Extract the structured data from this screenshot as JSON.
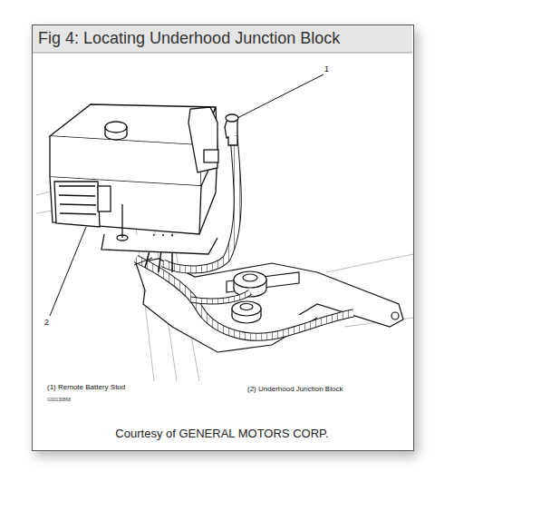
{
  "diagram": {
    "title": "Fig 4: Locating Underhood Junction Block",
    "caption": "Courtesy of GENERAL MOTORS CORP.",
    "labels": [
      "1",
      "2",
      "(1) Remote Battery Stud",
      "(2) Underhood Junction Block",
      "G00130868"
    ]
  }
}
